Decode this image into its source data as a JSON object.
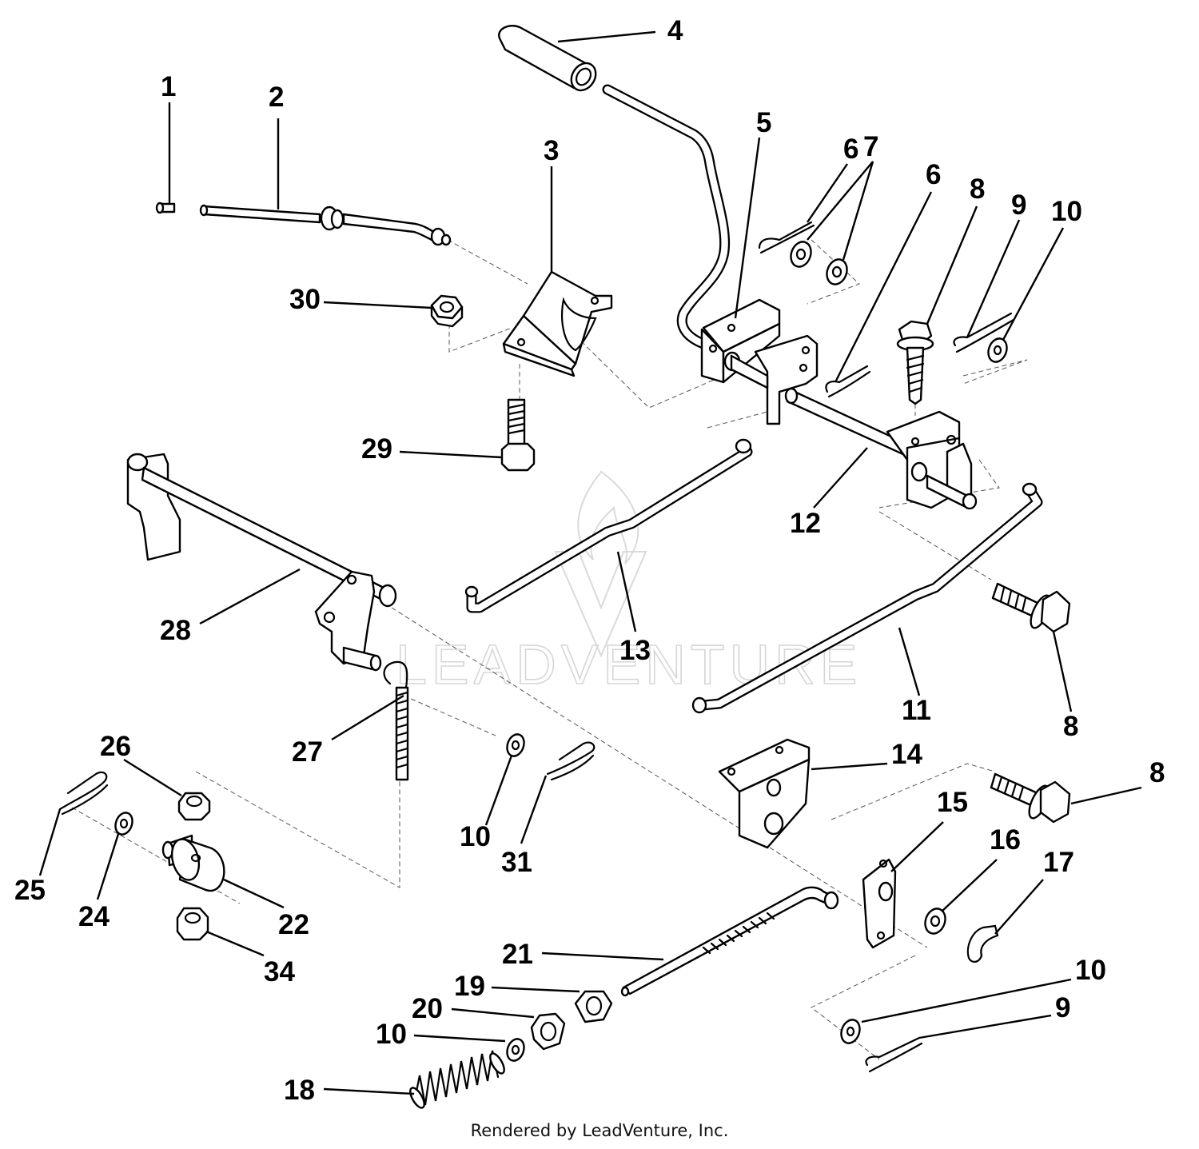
{
  "callouts": {
    "c1": "1",
    "c2": "2",
    "c3": "3",
    "c4": "4",
    "c5": "5",
    "c6a": "6",
    "c6b": "6",
    "c7": "7",
    "c8a": "8",
    "c8b": "8",
    "c8c": "8",
    "c9a": "9",
    "c9b": "9",
    "c10a": "10",
    "c10b": "10",
    "c10c": "10",
    "c10d": "10",
    "c11": "11",
    "c12": "12",
    "c13": "13",
    "c14": "14",
    "c15": "15",
    "c16": "16",
    "c17": "17",
    "c18": "18",
    "c19": "19",
    "c20": "20",
    "c21": "21",
    "c22": "22",
    "c24": "24",
    "c25": "25",
    "c26": "26",
    "c27": "27",
    "c28": "28",
    "c29": "29",
    "c30": "30",
    "c31": "31",
    "c34": "34"
  },
  "watermark": "LEADVENTURE",
  "footer": "Rendered by LeadVenture, Inc."
}
